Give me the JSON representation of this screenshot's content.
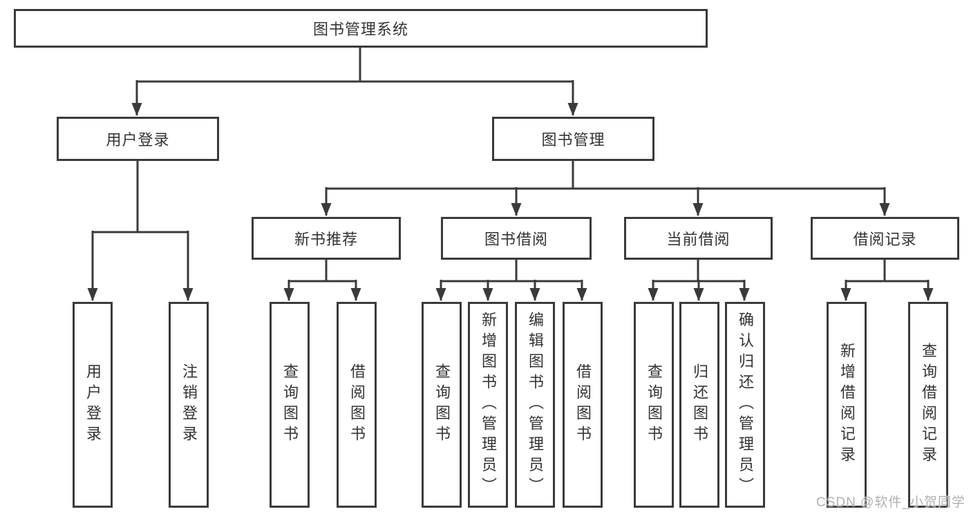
{
  "diagram": {
    "title": "图书管理系统",
    "colors": {
      "line": "#3a3a3a",
      "text": "#333333",
      "box_background": "#ffffff",
      "watermark": "#b0b0b0"
    },
    "nodes": {
      "root": {
        "label": "图书管理系统"
      },
      "user_login": {
        "label": "用户登录"
      },
      "book_mgmt": {
        "label": "图书管理"
      },
      "new_book_rec": {
        "label": "新书推荐"
      },
      "book_borrow": {
        "label": "图书借阅"
      },
      "current_borrow": {
        "label": "当前借阅"
      },
      "borrow_records": {
        "label": "借阅记录"
      },
      "user_login_leaf": {
        "label": "用户登录"
      },
      "logout_leaf": {
        "label": "注销登录"
      },
      "rec_query_books": {
        "label": "查询图书"
      },
      "rec_borrow_books": {
        "label": "借阅图书"
      },
      "bb_query_books": {
        "label": "查询图书"
      },
      "bb_add_books": {
        "label": "新增图书（管理员）"
      },
      "bb_edit_books": {
        "label": "编辑图书（管理员）"
      },
      "bb_borrow_books": {
        "label": "借阅图书"
      },
      "cb_query_books": {
        "label": "查询图书"
      },
      "cb_return_books": {
        "label": "归还图书"
      },
      "cb_confirm_return": {
        "label": "确认归还（管理员）"
      },
      "br_add_record": {
        "label": "新增借阅记录"
      },
      "br_query_record": {
        "label": "查询借阅记录"
      }
    },
    "edges": [
      [
        "root",
        "user_login"
      ],
      [
        "root",
        "book_mgmt"
      ],
      [
        "user_login",
        "user_login_leaf"
      ],
      [
        "user_login",
        "logout_leaf"
      ],
      [
        "book_mgmt",
        "new_book_rec"
      ],
      [
        "book_mgmt",
        "book_borrow"
      ],
      [
        "book_mgmt",
        "current_borrow"
      ],
      [
        "book_mgmt",
        "borrow_records"
      ],
      [
        "new_book_rec",
        "rec_query_books"
      ],
      [
        "new_book_rec",
        "rec_borrow_books"
      ],
      [
        "book_borrow",
        "bb_query_books"
      ],
      [
        "book_borrow",
        "bb_add_books"
      ],
      [
        "book_borrow",
        "bb_edit_books"
      ],
      [
        "book_borrow",
        "bb_borrow_books"
      ],
      [
        "current_borrow",
        "cb_query_books"
      ],
      [
        "current_borrow",
        "cb_return_books"
      ],
      [
        "current_borrow",
        "cb_confirm_return"
      ],
      [
        "borrow_records",
        "br_add_record"
      ],
      [
        "borrow_records",
        "br_query_record"
      ]
    ]
  },
  "watermark": {
    "text": "CSDN @软件_小贺同学"
  }
}
